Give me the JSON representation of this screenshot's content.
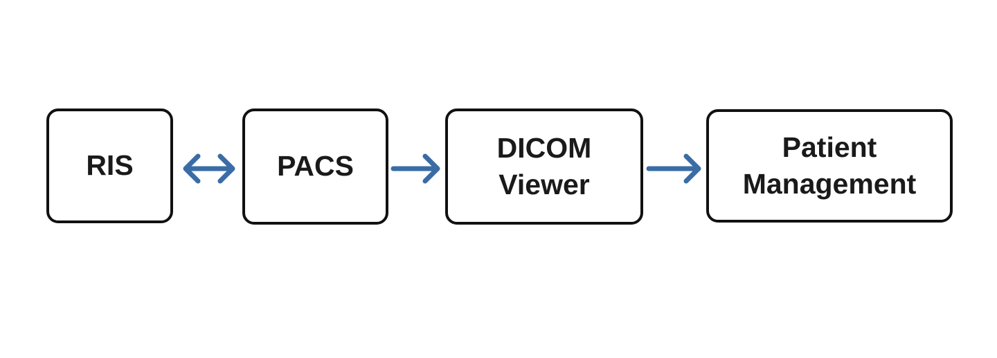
{
  "diagram": {
    "type": "flowchart",
    "nodes": [
      {
        "id": "ris",
        "label": "RIS"
      },
      {
        "id": "pacs",
        "label": "PACS"
      },
      {
        "id": "dicom_viewer",
        "label": "DICOM Viewer"
      },
      {
        "id": "patient_management",
        "label": "Patient Management"
      }
    ],
    "edges": [
      {
        "from": "RIS",
        "to": "PACS",
        "direction": "bidirectional"
      },
      {
        "from": "PACS",
        "to": "DICOM Viewer",
        "direction": "forward"
      },
      {
        "from": "DICOM Viewer",
        "to": "Patient Management",
        "direction": "forward"
      }
    ],
    "colors": {
      "arrow": "#3A6CA6",
      "node_border": "#111111",
      "node_text": "#1A1A1A",
      "background": "#FFFFFF"
    }
  }
}
